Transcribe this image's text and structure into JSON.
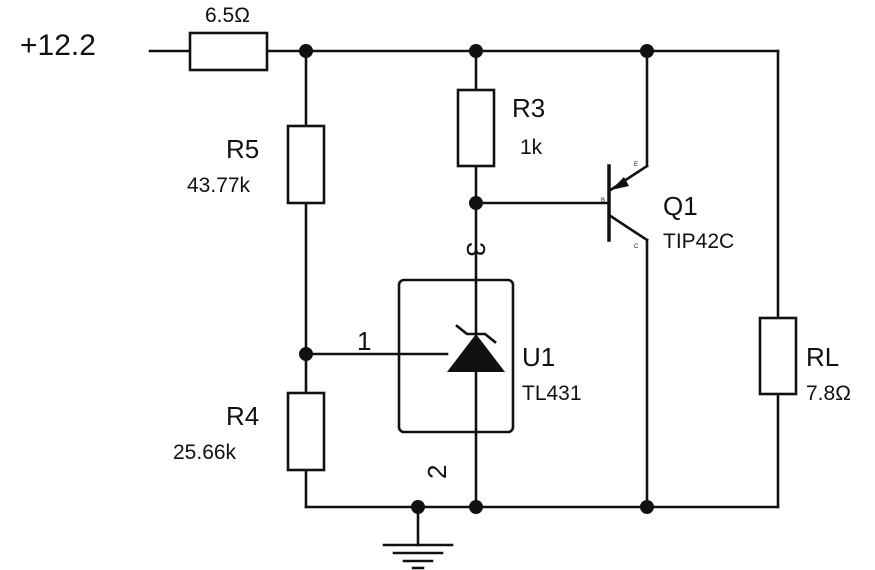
{
  "supply": {
    "label": "+12.2"
  },
  "series_resistor": {
    "value": "6.5Ω"
  },
  "r5": {
    "ref": "R5",
    "value": "43.77k"
  },
  "r4": {
    "ref": "R4",
    "value": "25.66k"
  },
  "r3": {
    "ref": "R3",
    "value": "1k"
  },
  "q1": {
    "ref": "Q1",
    "part": "TIP42C",
    "pin_e": "E",
    "pin_b": "B",
    "pin_c": "C"
  },
  "u1": {
    "ref": "U1",
    "part": "TL431",
    "pin_ref": "1",
    "pin_anode": "2",
    "pin_cathode": "3"
  },
  "rl": {
    "ref": "RL",
    "value": "7.8Ω"
  },
  "colors": {
    "ink": "#111111",
    "background": "#ffffff"
  }
}
